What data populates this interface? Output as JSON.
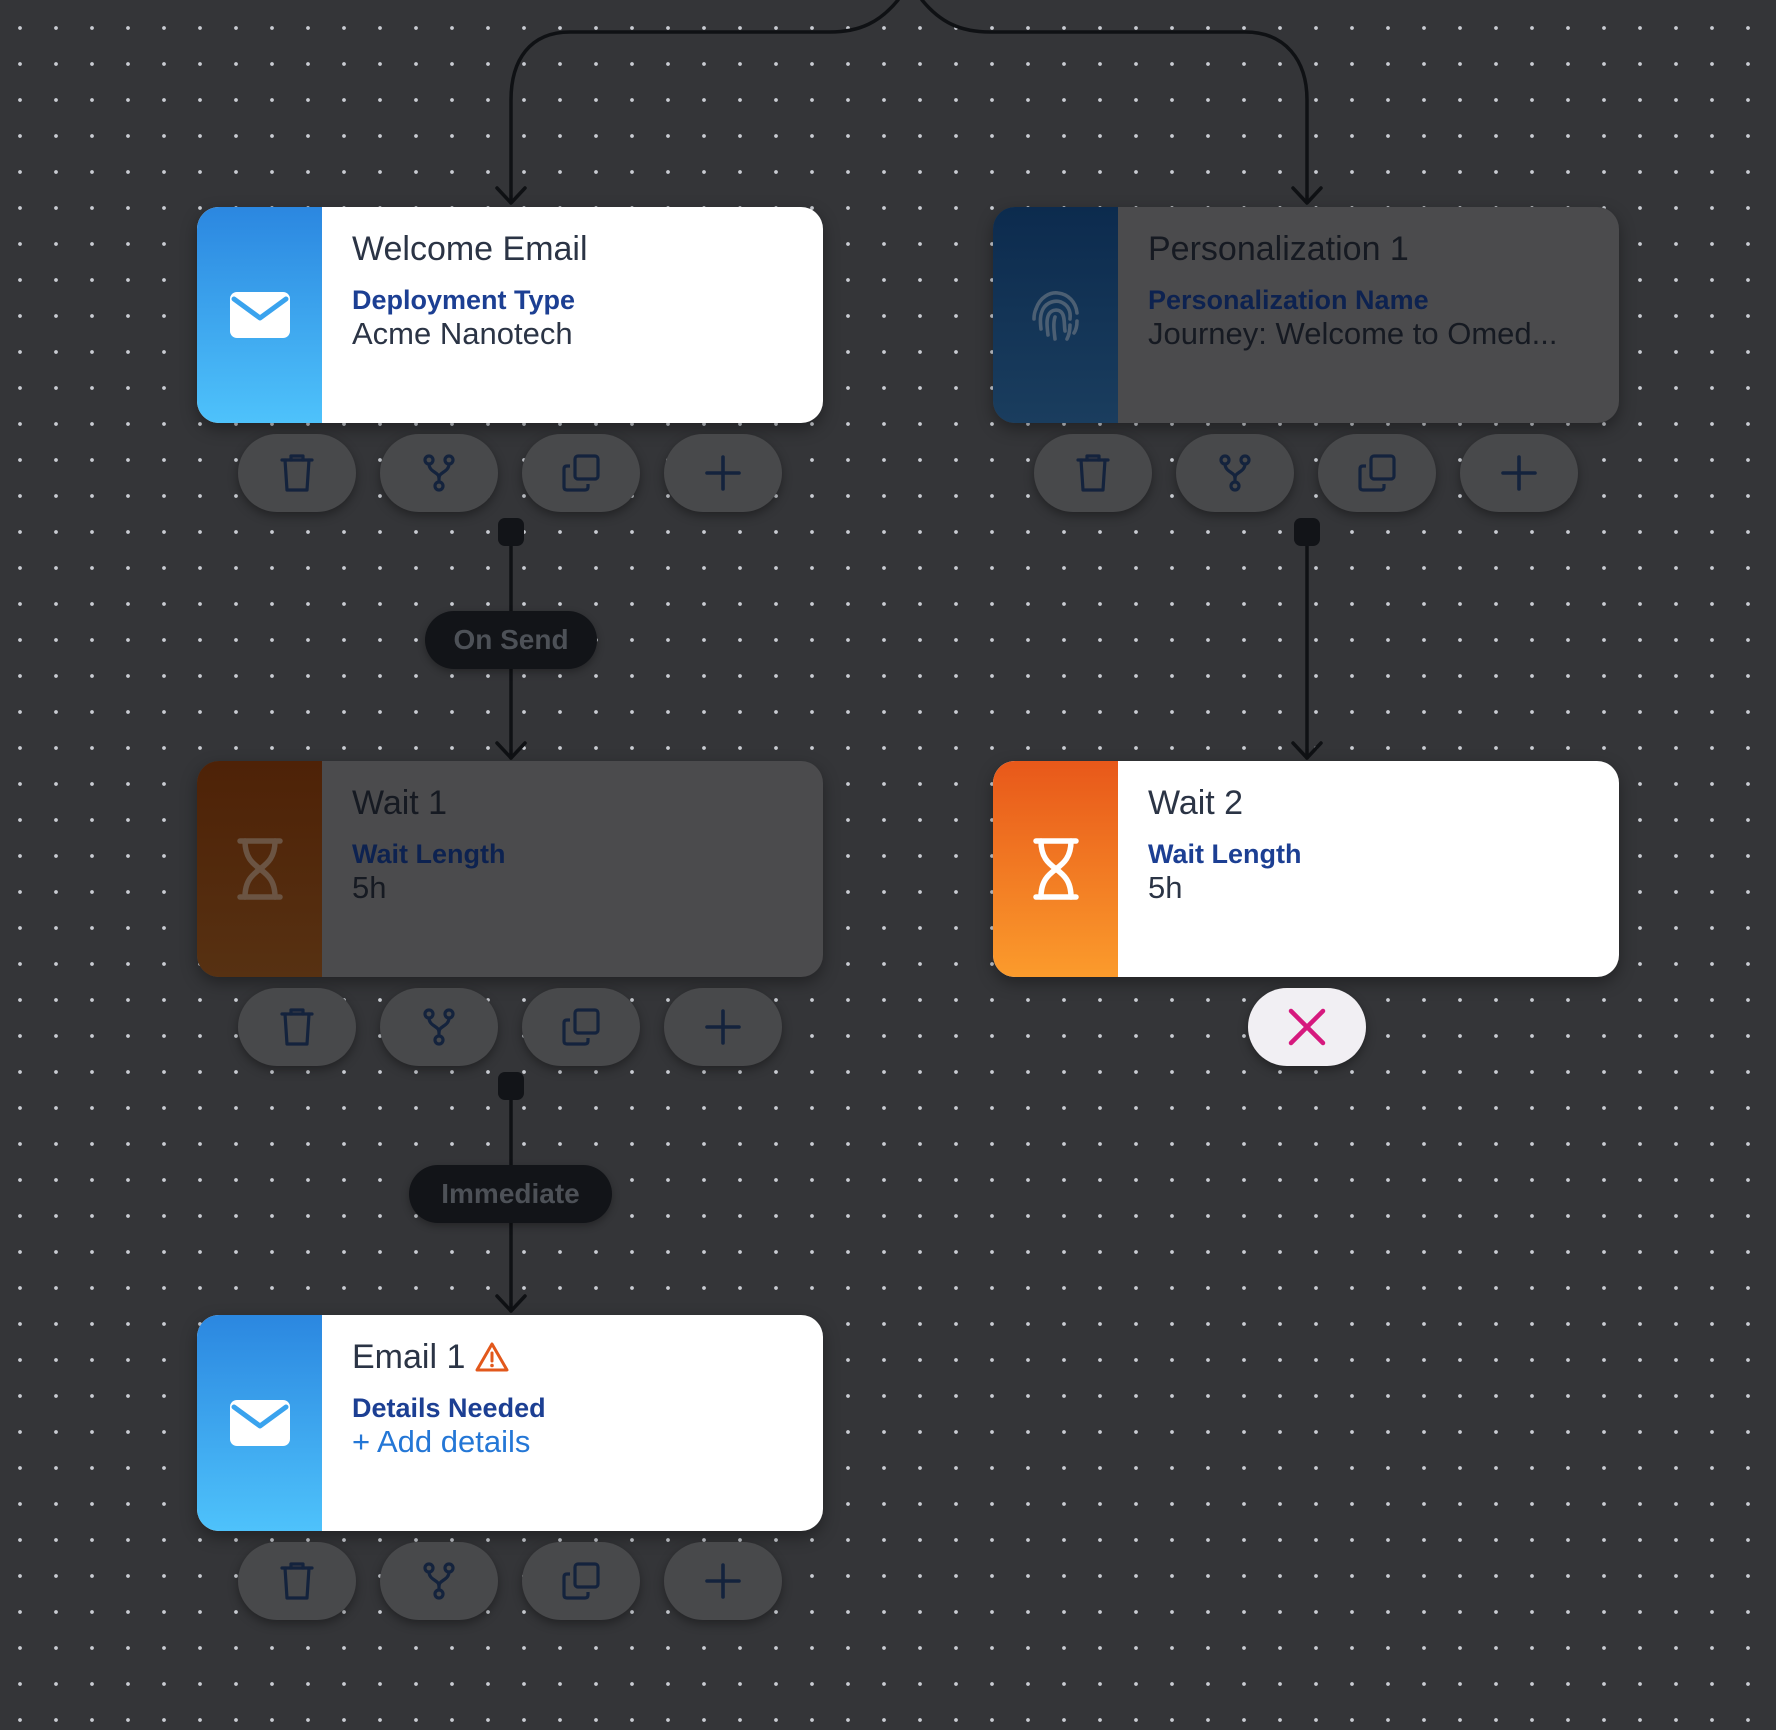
{
  "nodes": {
    "welcome_email": {
      "title": "Welcome Email",
      "field_label": "Deployment Type",
      "field_value": "Acme Nanotech",
      "icon": "envelope-icon"
    },
    "personalization_1": {
      "title": "Personalization 1",
      "field_label": "Personalization Name",
      "field_value": "Journey: Welcome to Omed...",
      "icon": "fingerprint-icon"
    },
    "wait_1": {
      "title": "Wait 1",
      "field_label": "Wait Length",
      "field_value": "5h",
      "icon": "hourglass-icon"
    },
    "wait_2": {
      "title": "Wait 2",
      "field_label": "Wait Length",
      "field_value": "5h",
      "icon": "hourglass-icon"
    },
    "email_1": {
      "title": "Email 1",
      "field_label": "Details Needed",
      "field_value": "+ Add details",
      "icon": "envelope-icon",
      "warning_icon": "warning-triangle-icon"
    }
  },
  "edge_labels": {
    "on_send": "On Send",
    "immediate": "Immediate"
  },
  "action_icons": [
    "trash-icon",
    "branch-icon",
    "duplicate-icon",
    "plus-icon"
  ],
  "colors": {
    "canvas": "#343538",
    "email_gradient": [
      "#2b87e0",
      "#4ec2fb"
    ],
    "wait_gradient": [
      "#e8581a",
      "#fb9b2c"
    ],
    "label_blue": "#1c3f93",
    "link_blue": "#2477d6",
    "warning_orange": "#e2581c",
    "remove_magenta": "#d6197e"
  }
}
